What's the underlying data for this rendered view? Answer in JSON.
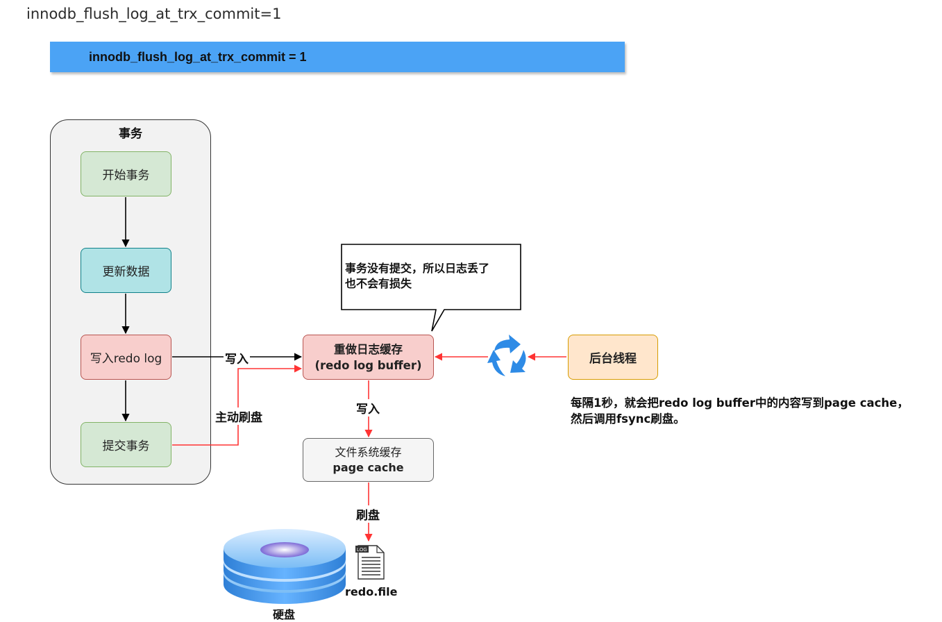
{
  "heading": "innodb_flush_log_at_trx_commit=1",
  "banner_text": "innodb_flush_log_at_trx_commit = 1",
  "transaction": {
    "title": "事务",
    "steps": [
      "开始事务",
      "更新数据",
      "写入redo log",
      "提交事务"
    ]
  },
  "redo_buffer": {
    "line1": "重做日志缓存",
    "line2": "(redo log buffer)"
  },
  "page_cache": {
    "line1": "文件系统缓存",
    "line2": "page cache"
  },
  "background_thread": "后台线程",
  "callout": {
    "line1": "事务没有提交，所以日志丢了",
    "line2": "也不会有损失"
  },
  "note": {
    "line1": "每隔1秒，就会把redo log buffer中的内容写到page cache，",
    "line2": "然后调用fsync刷盘。"
  },
  "edge_labels": {
    "write_buffer": "写入",
    "active_flush": "主动刷盘",
    "write_cache": "写入",
    "flush": "刷盘"
  },
  "file": {
    "tag": "LOG",
    "name": "redo.file"
  },
  "disk_label": "硬盘",
  "colors": {
    "banner": "#4ba3f5",
    "arrow_black": "#000000",
    "arrow_red": "#ff3333",
    "cycle_icon": "#2e8be6"
  }
}
